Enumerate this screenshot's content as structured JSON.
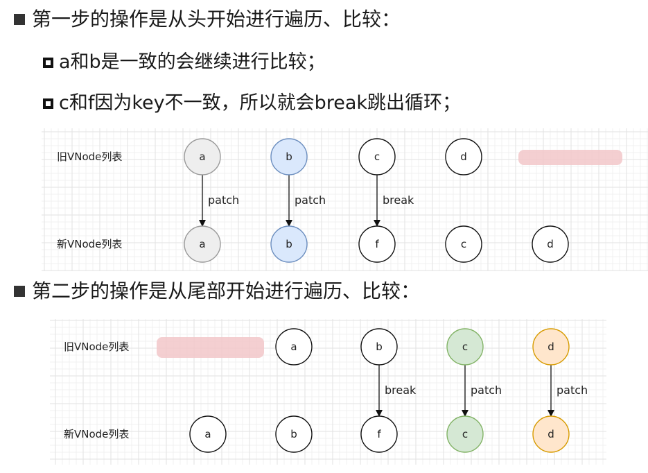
{
  "bullets": {
    "step1": "第一步的操作是从头开始进行遍历、比较：",
    "step1_sub1": "a和b是一致的会继续进行比较；",
    "step1_sub2": "c和f因为key不一致，所以就会break跳出循环；",
    "step2": "第二步的操作是从尾部开始进行遍历、比较："
  },
  "diagram1": {
    "old_label": "旧VNode列表",
    "new_label": "新VNode列表",
    "old_nodes": [
      {
        "text": "a",
        "fill": "#eeeeee",
        "stroke": "#999999"
      },
      {
        "text": "b",
        "fill": "#dae8fc",
        "stroke": "#6c8ebf"
      },
      {
        "text": "c",
        "fill": "#ffffff",
        "stroke": "#111111"
      },
      {
        "text": "d",
        "fill": "#ffffff",
        "stroke": "#111111"
      }
    ],
    "new_nodes": [
      {
        "text": "a",
        "fill": "#eeeeee",
        "stroke": "#999999"
      },
      {
        "text": "b",
        "fill": "#dae8fc",
        "stroke": "#6c8ebf"
      },
      {
        "text": "f",
        "fill": "#ffffff",
        "stroke": "#111111"
      },
      {
        "text": "c",
        "fill": "#ffffff",
        "stroke": "#111111"
      },
      {
        "text": "d",
        "fill": "#ffffff",
        "stroke": "#111111"
      }
    ],
    "edges": [
      {
        "from": 0,
        "to": 0,
        "label": "patch"
      },
      {
        "from": 1,
        "to": 1,
        "label": "patch"
      },
      {
        "from": 2,
        "to": 2,
        "label": "break"
      }
    ]
  },
  "diagram2": {
    "old_label": "旧VNode列表",
    "new_label": "新VNode列表",
    "old_nodes": [
      {
        "text": "a",
        "fill": "#ffffff",
        "stroke": "#111111"
      },
      {
        "text": "b",
        "fill": "#ffffff",
        "stroke": "#111111"
      },
      {
        "text": "c",
        "fill": "#d5e8d4",
        "stroke": "#82b366"
      },
      {
        "text": "d",
        "fill": "#ffe6cc",
        "stroke": "#d79b00"
      }
    ],
    "new_nodes": [
      {
        "text": "a",
        "fill": "#ffffff",
        "stroke": "#111111"
      },
      {
        "text": "b",
        "fill": "#ffffff",
        "stroke": "#111111"
      },
      {
        "text": "f",
        "fill": "#ffffff",
        "stroke": "#111111"
      },
      {
        "text": "c",
        "fill": "#d5e8d4",
        "stroke": "#82b366"
      },
      {
        "text": "d",
        "fill": "#ffe6cc",
        "stroke": "#d79b00"
      }
    ],
    "edges": [
      {
        "from": 1,
        "to": 2,
        "label": "break"
      },
      {
        "from": 2,
        "to": 3,
        "label": "patch"
      },
      {
        "from": 3,
        "to": 4,
        "label": "patch"
      }
    ]
  }
}
